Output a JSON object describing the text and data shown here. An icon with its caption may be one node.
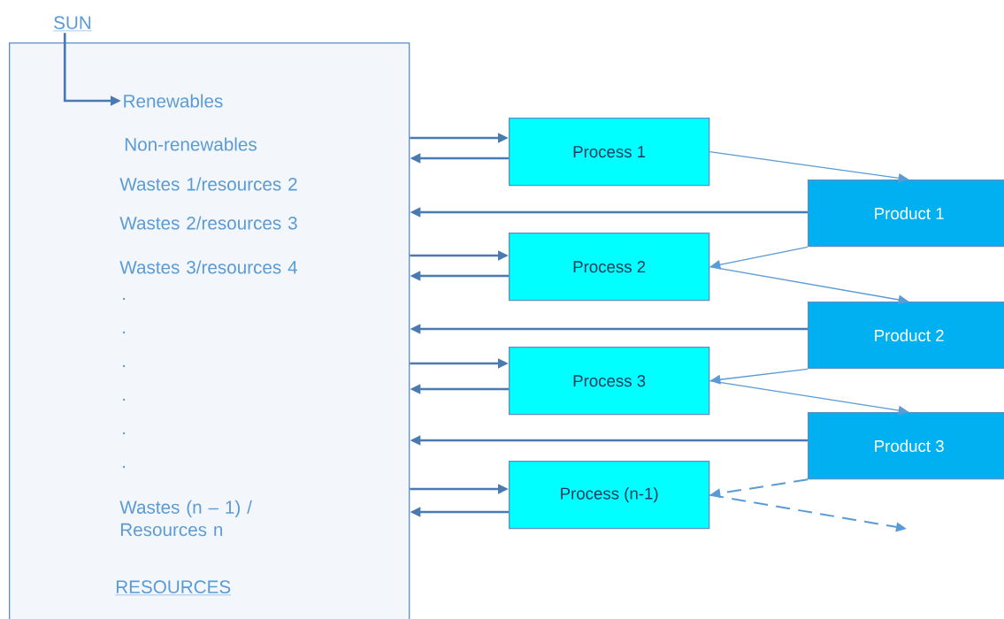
{
  "diagram": {
    "nodes": [
      {
        "text": [
          "SUN"
        ]
      },
      {
        "text": [
          "Non-renewables",
          "Wastes 1/resources 2",
          "Wastes 2/resources 3",
          "Wastes 3/resources 4",
          ".",
          ".",
          ".",
          ".",
          ".",
          ".",
          "Wastes (n – 1) / Resources n",
          "RESOURCES"
        ]
      },
      {
        "text": [
          "Renewables"
        ],
        "in": 1
      },
      {
        "text": [
          "Process 1"
        ]
      },
      {
        "text": [
          "Product 1"
        ]
      },
      {
        "text": [
          "Process 2"
        ]
      },
      {
        "text": [
          "Product 2"
        ]
      },
      {
        "text": [
          "Process 3"
        ]
      },
      {
        "text": [
          "Product 3"
        ]
      },
      {
        "text": [
          "Process (n-1)"
        ]
      }
    ],
    "edges": [
      {
        "from": 0,
        "to": 2,
        "arrow": "to"
      },
      {
        "from": 1,
        "to": 3,
        "arrow": "to"
      },
      {
        "from": 3,
        "to": 1,
        "arrow": "to"
      },
      {
        "from": 3,
        "to": 4,
        "arrow": "to",
        "color": "#5b9bd5"
      },
      {
        "from": 4,
        "to": 1,
        "arrow": "to"
      },
      {
        "from": 1,
        "to": 5,
        "arrow": "to"
      },
      {
        "from": 5,
        "to": 1,
        "arrow": "to"
      },
      {
        "from": 4,
        "to": 5,
        "arrow": "to",
        "color": "#5b9bd5"
      },
      {
        "from": 5,
        "to": 6,
        "arrow": "to",
        "color": "#5b9bd5"
      },
      {
        "from": 6,
        "to": 1,
        "arrow": "to"
      },
      {
        "from": 1,
        "to": 7,
        "arrow": "to"
      },
      {
        "from": 7,
        "to": 1,
        "arrow": "to"
      },
      {
        "from": 6,
        "to": 7,
        "arrow": "to",
        "color": "#5b9bd5"
      },
      {
        "from": 7,
        "to": 8,
        "arrow": "to",
        "color": "#5b9bd5"
      },
      {
        "from": 8,
        "to": 1,
        "arrow": "to"
      },
      {
        "from": 1,
        "to": 9,
        "arrow": "to"
      },
      {
        "from": 9,
        "to": 1,
        "arrow": "to"
      },
      {
        "from": 8,
        "to": 9,
        "arrow": "to",
        "style": "dashed",
        "color": "#5b9bd5"
      },
      {
        "from": 9,
        "to": null,
        "arrow": "to",
        "style": "dashed",
        "color": "#5b9bd5"
      }
    ]
  }
}
